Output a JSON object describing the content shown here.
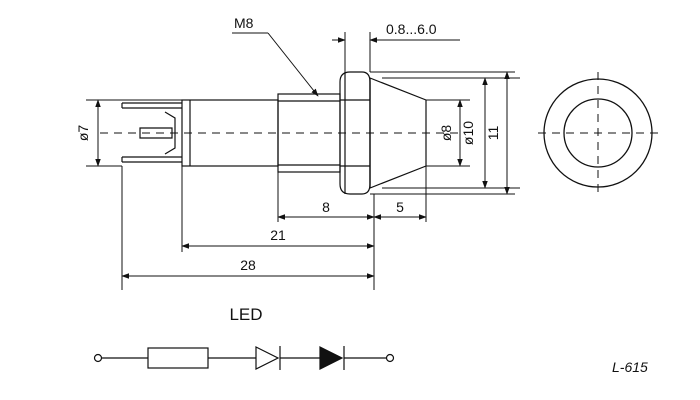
{
  "labels": {
    "thread": "M8",
    "panel_range": "0.8...6.0",
    "dia_7": "ø7",
    "dia_8": "ø8",
    "dia_10": "ø10",
    "height_11": "11",
    "len_8": "8",
    "len_5": "5",
    "len_21": "21",
    "len_28": "28",
    "circuit_title": "LED",
    "model": "L-615"
  }
}
